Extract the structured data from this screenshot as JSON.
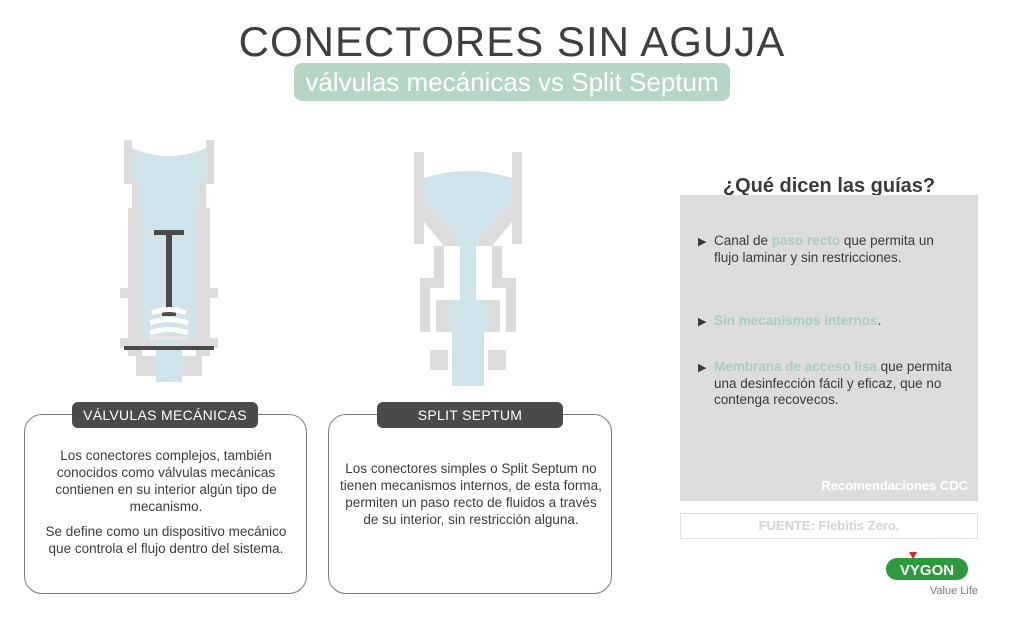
{
  "header": {
    "title": "CONECTORES SIN AGUJA",
    "subtitle": "válvulas mecánicas vs Split Septum"
  },
  "left_card": {
    "label": "VÁLVULAS MECÁNICAS",
    "paragraphs": [
      "Los conectores complejos, también conocidos como válvulas mecánicas contienen en su interior algún tipo de mecanismo.",
      "Se define como un dispositivo mecánico que controla el flujo dentro del sistema."
    ]
  },
  "right_card": {
    "label": "SPLIT SEPTUM",
    "paragraphs": [
      "Los conectores simples o Split Septum no tienen mecanismos internos, de esta forma, permiten un paso recto de fluidos a través de su interior, sin restricción alguna."
    ]
  },
  "guides": {
    "title": "¿Qué dicen las guías?",
    "item1_pre": "Canal de ",
    "item1_hl": "paso recto",
    "item1_post": " que permita un flujo laminar y sin restricciones.",
    "item2_hl": "Sin mecanismos internos",
    "item2_post": ".",
    "item3_hl": "Membrana de acceso lisa",
    "item3_post": " que permita una desinfección fácil y eficaz, que no contenga recovecos.",
    "footer": "Recomendaciones CDC"
  },
  "source": "FUENTE: Flebitis Zero.",
  "logo": {
    "brand": "VYGON",
    "tagline": "Value Life"
  },
  "colors": {
    "accent_green": "#b6d6c5",
    "fluid_blue": "#cfe4ea",
    "connector_gray": "#dcdcdc",
    "mechanism_dark": "#4a4a4a",
    "logo_green": "#2e9a3e",
    "logo_red": "#e2231a"
  }
}
